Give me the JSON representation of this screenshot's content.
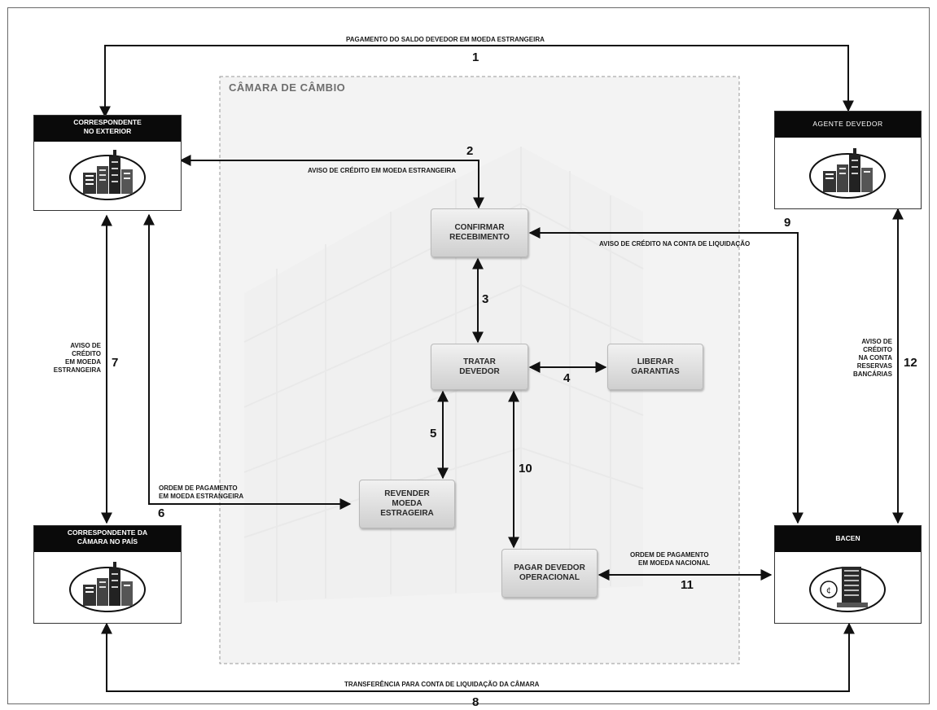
{
  "chamber": {
    "title": "CÂMARA DE CÂMBIO"
  },
  "entities": {
    "correspondente_exterior": "CORRESPONDENTE\nNO EXTERIOR",
    "agente_devedor": "AGENTE DEVEDOR",
    "correspondente_pais": "CORRESPONDENTE DA\nCÂMARA NO PAÍS",
    "bacen": "BACEN"
  },
  "processes": {
    "confirmar": "CONFIRMAR\nRECEBIMENTO",
    "tratar": "TRATAR\nDEVEDOR",
    "liberar": "LIBERAR\nGARANTIAS",
    "revender": "REVENDER\nMOEDA\nESTRAGEIRA",
    "pagar": "PAGAR DEVEDOR\nOPERACIONAL"
  },
  "flows": {
    "f1": {
      "num": "1",
      "label": "PAGAMENTO DO SALDO DEVEDOR EM MOEDA ESTRANGEIRA"
    },
    "f2": {
      "num": "2",
      "label": "AVISO DE CRÉDITO EM MOEDA ESTRANGEIRA"
    },
    "f3": {
      "num": "3"
    },
    "f4": {
      "num": "4"
    },
    "f5": {
      "num": "5"
    },
    "f6": {
      "num": "6",
      "label1": "ORDEM DE PAGAMENTO",
      "label2": "EM MOEDA ESTRANGEIRA"
    },
    "f7": {
      "num": "7",
      "label1": "AVISO DE",
      "label2": "CRÉDITO",
      "label3": "EM MOEDA",
      "label4": "ESTRANGEIRA"
    },
    "f8": {
      "num": "8",
      "label": "TRANSFERÊNCIA PARA CONTA DE LIQUIDAÇÃO DA CÂMARA"
    },
    "f9": {
      "num": "9",
      "label": "AVISO DE CRÉDITO NA CONTA DE LIQUIDAÇÃO"
    },
    "f10": {
      "num": "10"
    },
    "f11": {
      "num": "11",
      "label1": "ORDEM DE PAGAMENTO",
      "label2": "EM MOEDA NACIONAL"
    },
    "f12": {
      "num": "12",
      "label1": "AVISO DE",
      "label2": "CRÉDITO",
      "label3": "NA CONTA",
      "label4": "RESERVAS",
      "label5": "BANCÁRIAS"
    }
  }
}
